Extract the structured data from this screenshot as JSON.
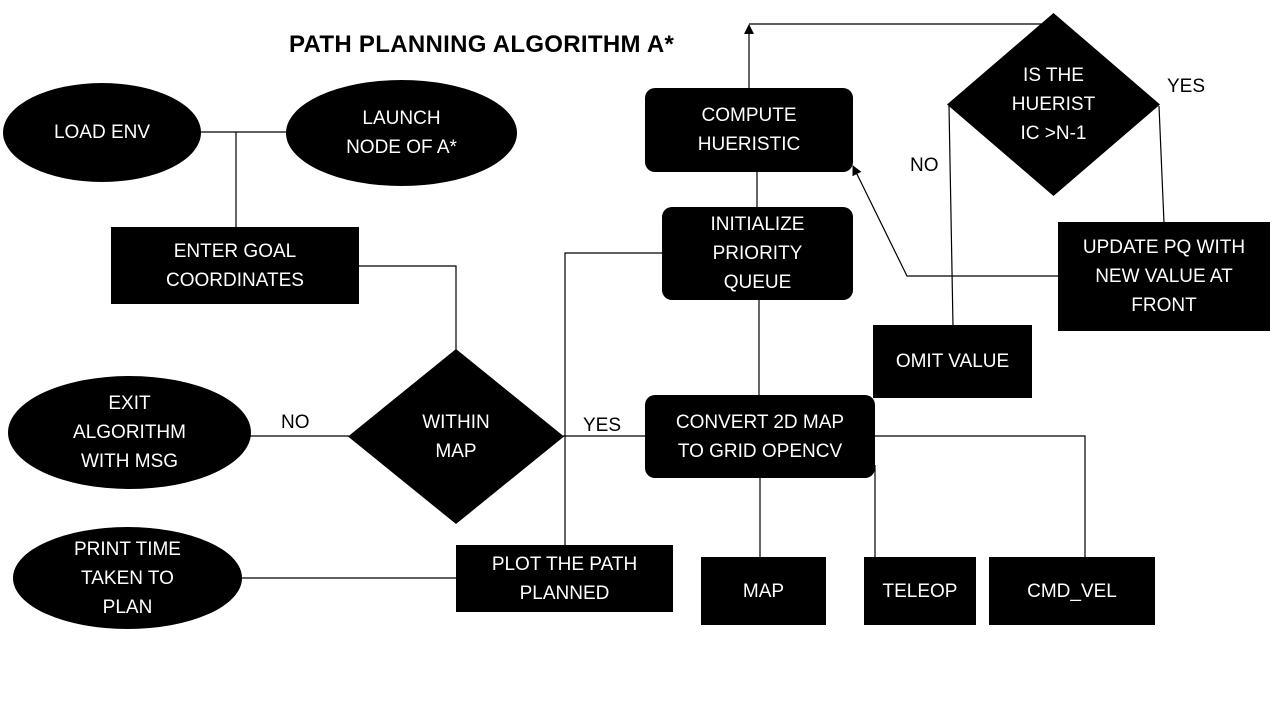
{
  "title": "PATH PLANNING ALGORITHM A*",
  "nodes": {
    "load_env": "LOAD ENV",
    "launch_node": "LAUNCH\nNODE OF A*",
    "enter_goal": "ENTER GOAL\nCOORDINATES",
    "within_map": "WITHIN\nMAP",
    "exit_algorithm": "EXIT\nALGORITHM\nWITH MSG",
    "print_time": "PRINT TIME\nTAKEN TO\nPLAN",
    "plot_path": "PLOT THE PATH\nPLANNED",
    "convert_map": "CONVERT 2D MAP\nTO GRID OPENCV",
    "initialize_pq": "INITIALIZE\nPRIORITY\nQUEUE",
    "compute_heuristic": "COMPUTE\nHUERISTIC",
    "is_heuristic": "IS THE\nHUERIST\nIC >N-1",
    "update_pq": "UPDATE PQ WITH\nNEW VALUE AT\nFRONT",
    "omit_value": "OMIT VALUE",
    "map": "MAP",
    "teleop": "TELEOP",
    "cmd_vel": "CMD_VEL"
  },
  "labels": {
    "no_exit": "NO",
    "yes_convert": "YES",
    "no_omit": "NO",
    "yes_update": "YES"
  }
}
